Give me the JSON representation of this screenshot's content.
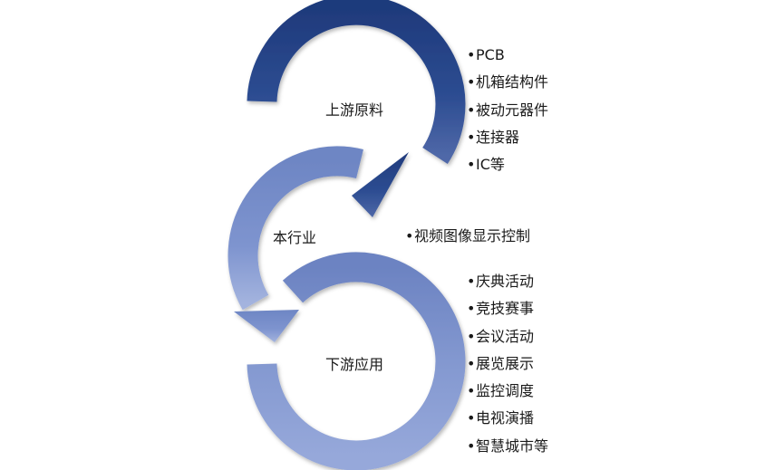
{
  "stages": [
    {
      "label": "上游原料",
      "items": [
        "PCB",
        "机箱结构件",
        "被动元器件",
        "连接器",
        "IC等"
      ]
    },
    {
      "label": "本行业",
      "items": [
        "视频图像显示控制"
      ]
    },
    {
      "label": "下游应用",
      "items": [
        "庆典活动",
        "竞技赛事",
        "会议活动",
        "展览展示",
        "监控调度",
        "电视演播",
        "智慧城市等"
      ]
    }
  ],
  "colors": {
    "upstream_arrow": "#24407f",
    "industry_arrow": "#7a90cc",
    "downstream_arrow": "#6f86c4"
  }
}
